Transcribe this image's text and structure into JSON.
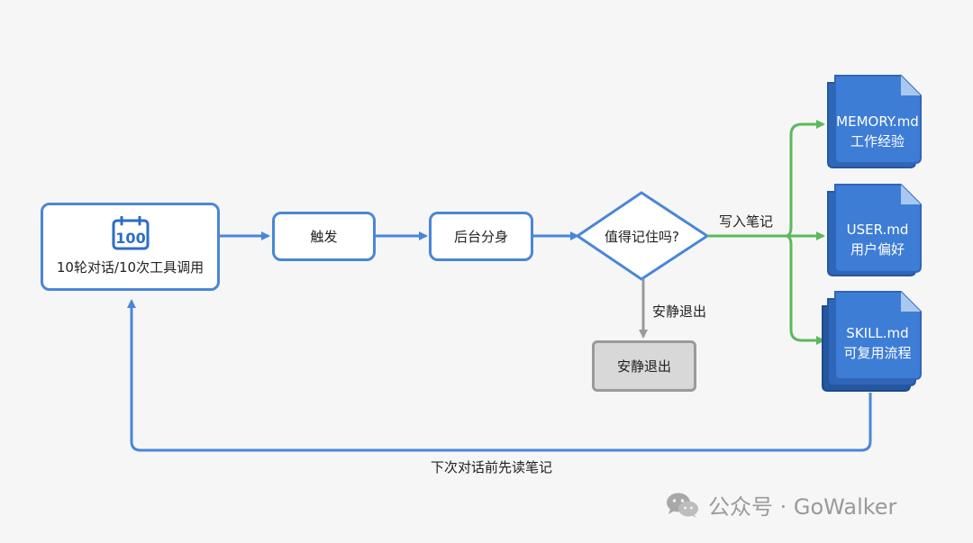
{
  "nodes": {
    "start": "10轮对话/10次工具调用",
    "calendar_number": "100",
    "trigger": "触发",
    "fork": "后台分身",
    "decision": "值得记住吗?",
    "exit": "安静退出"
  },
  "edges": {
    "write_notes": "写入笔记",
    "quiet_exit": "安静退出",
    "loop_back": "下次对话前先读笔记"
  },
  "files": [
    {
      "name": "MEMORY.md",
      "desc": "工作经验"
    },
    {
      "name": "USER.md",
      "desc": "用户偏好"
    },
    {
      "name": "SKILL.md",
      "desc": "可复用流程"
    }
  ],
  "watermark": "公众号 · GoWalker",
  "colors": {
    "blue": "#4a86d8",
    "file_blue": "#3e7dd6",
    "green": "#5cb85c",
    "gray": "#9a9a9a"
  }
}
